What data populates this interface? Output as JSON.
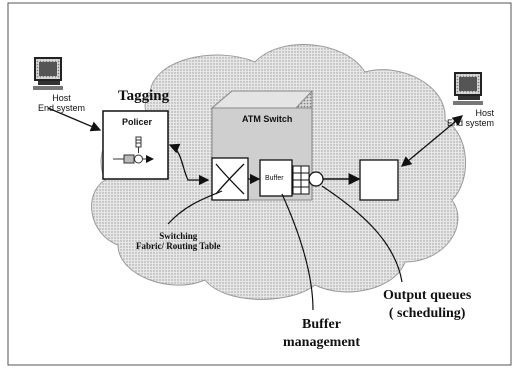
{
  "diagram": {
    "host_left_label": "Host\nEnd system",
    "host_right_label": "Host\nEnd system",
    "tagging_label": "Tagging",
    "policer_label": "Policer",
    "atm_switch_label": "ATM Switch",
    "buffer_label": "Buffer",
    "switching_label": "Switching\nFabric/ Routing Table",
    "buffer_management_label": "Buffer\nmanagement",
    "output_queues_label": "Output queues\n( scheduling)"
  }
}
